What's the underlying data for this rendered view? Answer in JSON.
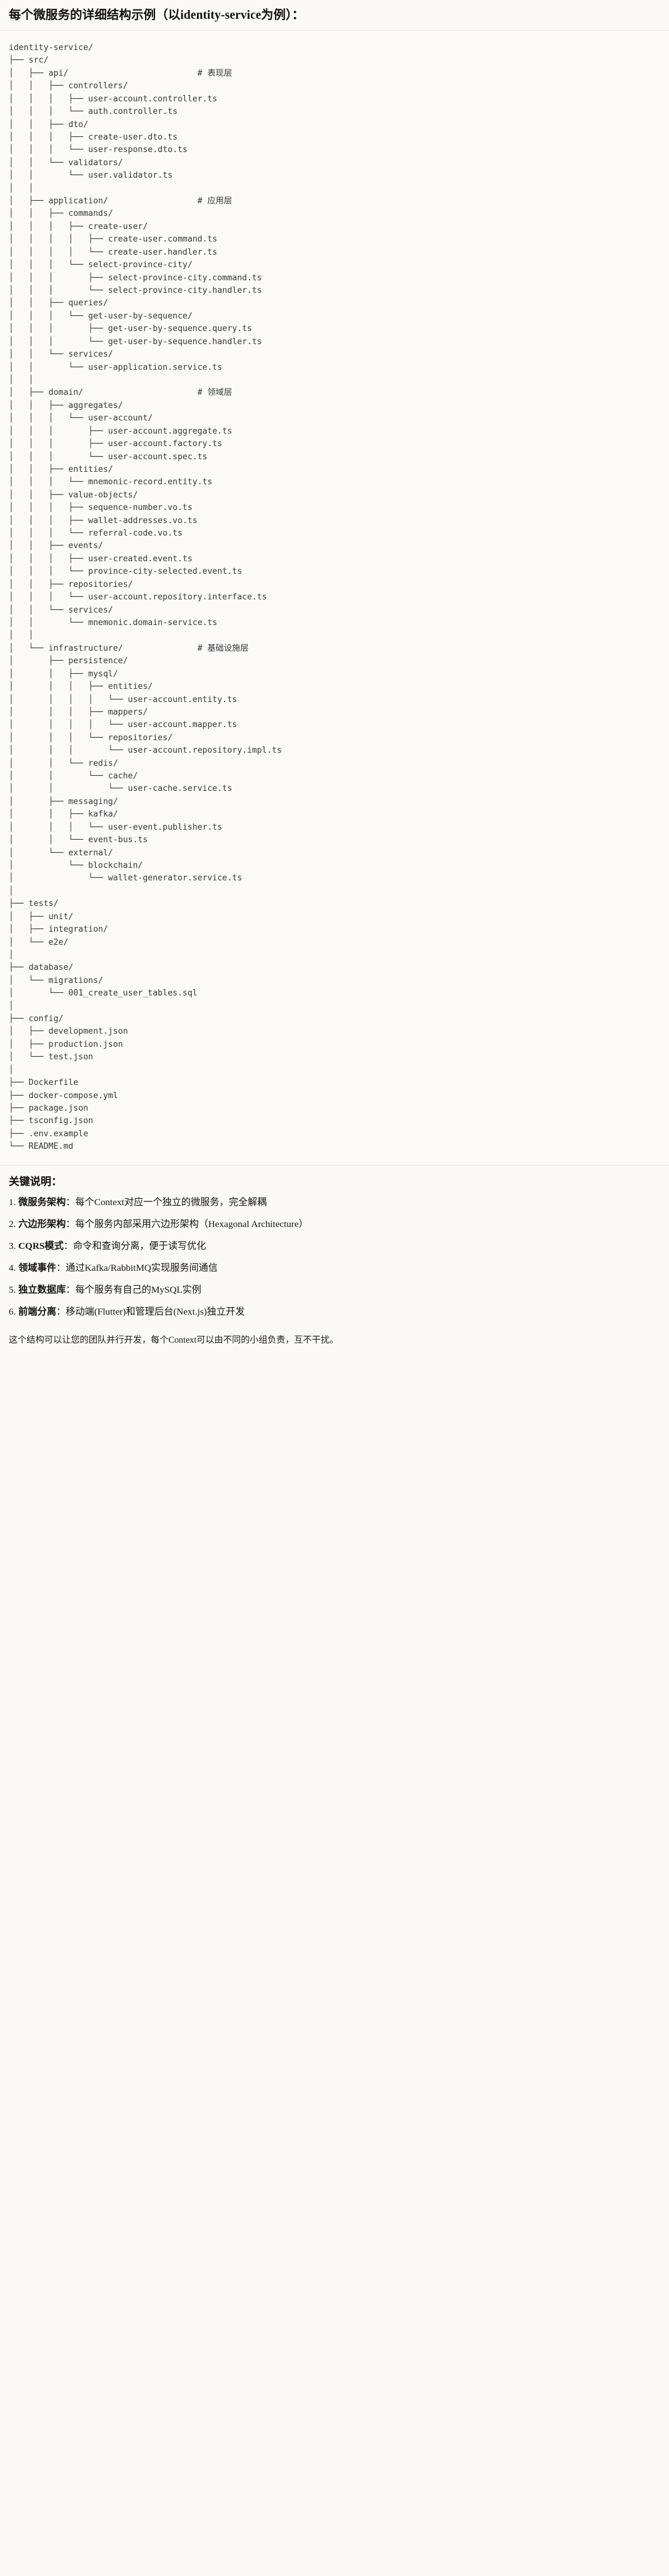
{
  "heading": {
    "text": "每个微服务的详细结构示例（以identity-service为例）："
  },
  "code_block": {
    "language": "text",
    "root": "identity-service/",
    "comments": {
      "api": "# 表现层",
      "application": "# 应用层",
      "domain": "# 领域层",
      "infrastructure": "# 基础设施层"
    },
    "tree_text": "identity-service/\n├── src/\n│   ├── api/                          # 表现层\n│   │   ├── controllers/\n│   │   │   ├── user-account.controller.ts\n│   │   │   └── auth.controller.ts\n│   │   ├── dto/\n│   │   │   ├── create-user.dto.ts\n│   │   │   └── user-response.dto.ts\n│   │   └── validators/\n│   │       └── user.validator.ts\n│   │\n│   ├── application/                  # 应用层\n│   │   ├── commands/\n│   │   │   ├── create-user/\n│   │   │   │   ├── create-user.command.ts\n│   │   │   │   └── create-user.handler.ts\n│   │   │   └── select-province-city/\n│   │   │       ├── select-province-city.command.ts\n│   │   │       └── select-province-city.handler.ts\n│   │   ├── queries/\n│   │   │   └── get-user-by-sequence/\n│   │   │       ├── get-user-by-sequence.query.ts\n│   │   │       └── get-user-by-sequence.handler.ts\n│   │   └── services/\n│   │       └── user-application.service.ts\n│   │\n│   ├── domain/                       # 领域层\n│   │   ├── aggregates/\n│   │   │   └── user-account/\n│   │   │       ├── user-account.aggregate.ts\n│   │   │       ├── user-account.factory.ts\n│   │   │       └── user-account.spec.ts\n│   │   ├── entities/\n│   │   │   └── mnemonic-record.entity.ts\n│   │   ├── value-objects/\n│   │   │   ├── sequence-number.vo.ts\n│   │   │   ├── wallet-addresses.vo.ts\n│   │   │   └── referral-code.vo.ts\n│   │   ├── events/\n│   │   │   ├── user-created.event.ts\n│   │   │   └── province-city-selected.event.ts\n│   │   ├── repositories/\n│   │   │   └── user-account.repository.interface.ts\n│   │   └── services/\n│   │       └── mnemonic.domain-service.ts\n│   │\n│   └── infrastructure/               # 基础设施层\n│       ├── persistence/\n│       │   ├── mysql/\n│       │   │   ├── entities/\n│       │   │   │   └── user-account.entity.ts\n│       │   │   ├── mappers/\n│       │   │   │   └── user-account.mapper.ts\n│       │   │   └── repositories/\n│       │   │       └── user-account.repository.impl.ts\n│       │   └── redis/\n│       │       └── cache/\n│       │           └── user-cache.service.ts\n│       ├── messaging/\n│       │   ├── kafka/\n│       │   │   └── user-event.publisher.ts\n│       │   └── event-bus.ts\n│       └── external/\n│           └── blockchain/\n│               └── wallet-generator.service.ts\n│\n├── tests/\n│   ├── unit/\n│   ├── integration/\n│   └── e2e/\n│\n├── database/\n│   └── migrations/\n│       └── 001_create_user_tables.sql\n│\n├── config/\n│   ├── development.json\n│   ├── production.json\n│   └── test.json\n│\n├── Dockerfile\n├── docker-compose.yml\n├── package.json\n├── tsconfig.json\n├── .env.example\n└── README.md"
  },
  "keys": {
    "title": "关键说明：",
    "items": [
      {
        "num": "1.",
        "term": "微服务架构",
        "sep": "：",
        "desc": "每个Context对应一个独立的微服务，完全解耦"
      },
      {
        "num": "2.",
        "term": "六边形架构",
        "sep": "：",
        "desc": "每个服务内部采用六边形架构（Hexagonal Architecture）"
      },
      {
        "num": "3.",
        "term": "CQRS模式",
        "sep": "：",
        "desc": "命令和查询分离，便于读写优化"
      },
      {
        "num": "4.",
        "term": "领域事件",
        "sep": "：",
        "desc": "通过Kafka/RabbitMQ实现服务间通信"
      },
      {
        "num": "5.",
        "term": "独立数据库",
        "sep": "：",
        "desc": "每个服务有自己的MySQL实例"
      },
      {
        "num": "6.",
        "term": "前端分离",
        "sep": "：",
        "desc": "移动端(Flutter)和管理后台(Next.js)独立开发"
      }
    ]
  },
  "closing": {
    "text": "这个结构可以让您的团队并行开发，每个Context可以由不同的小组负责，互不干扰。"
  },
  "colors": {
    "page_bg": "#faf9f7",
    "code_bg": "#fbfaf8",
    "code_text": "#34373b",
    "rule": "#e8e6e1",
    "body_text": "#141414"
  }
}
